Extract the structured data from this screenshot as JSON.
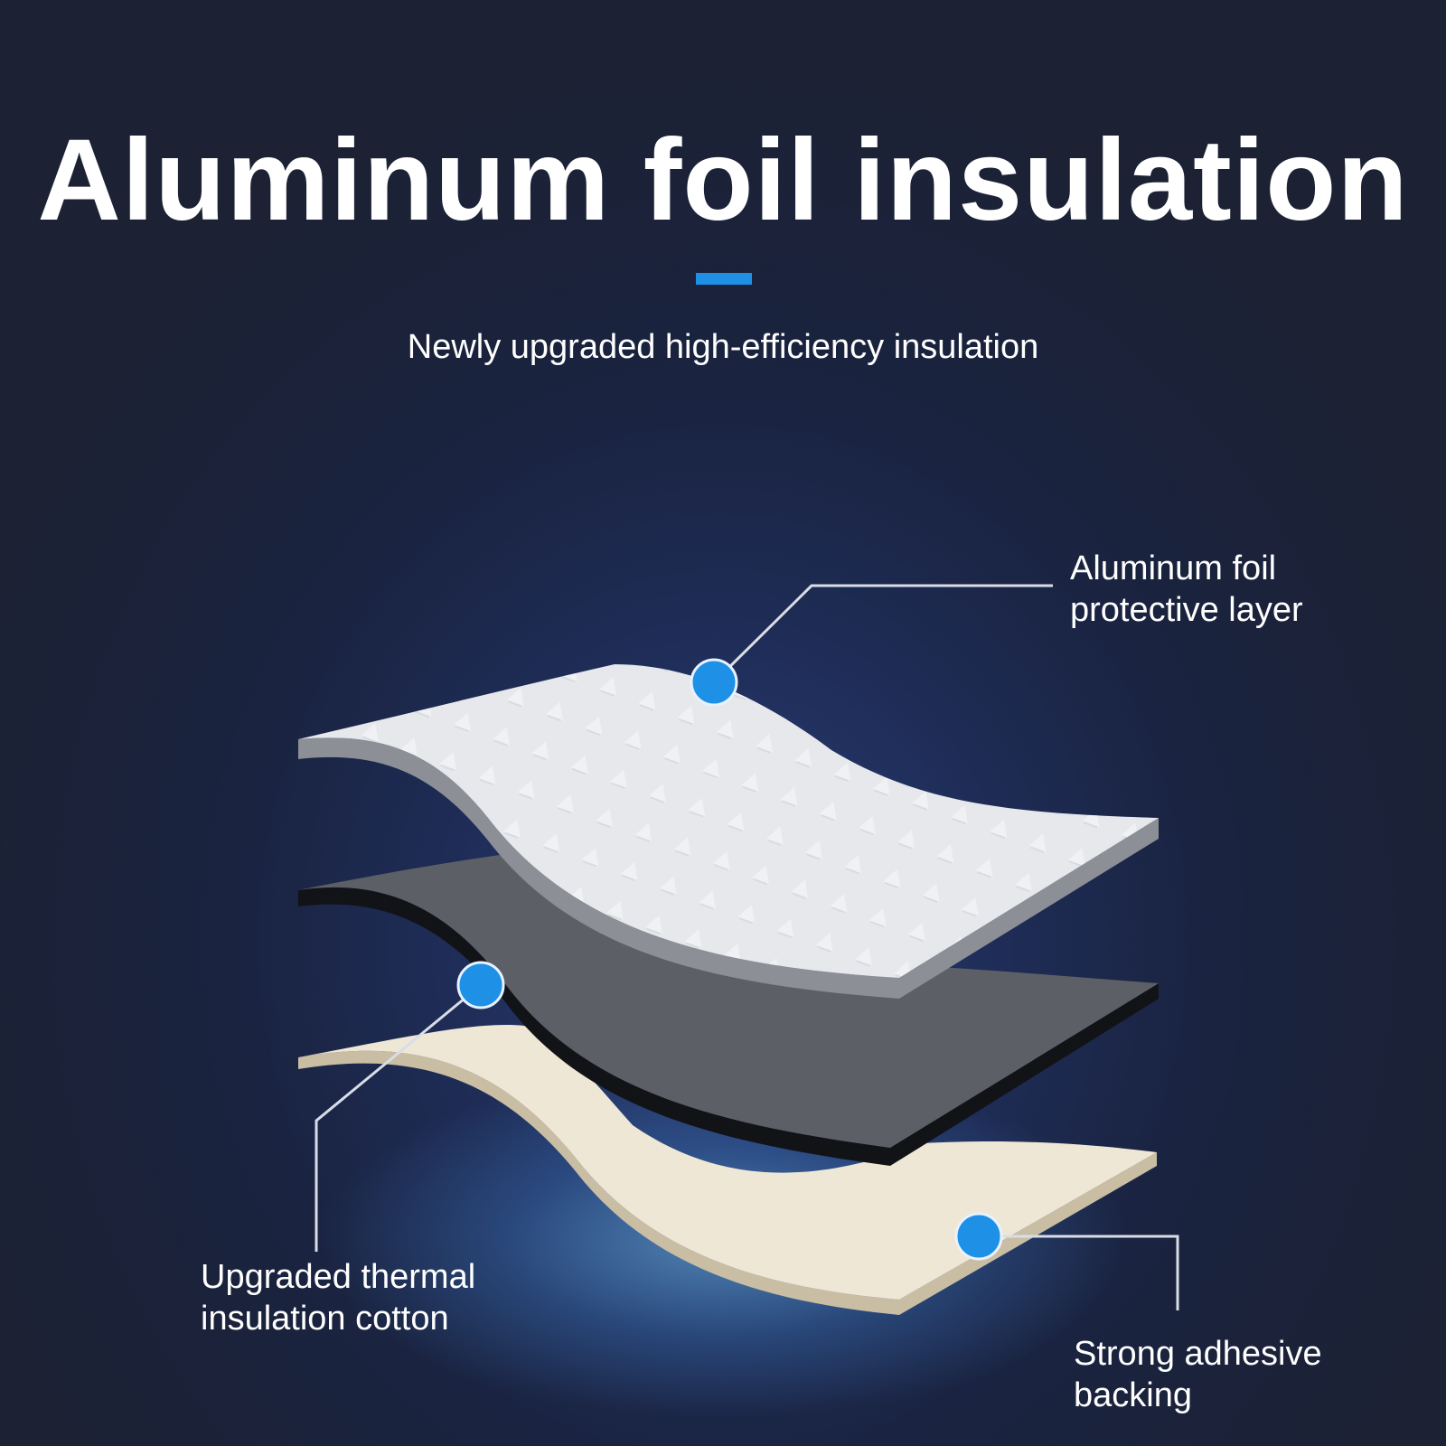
{
  "header": {
    "title": "Aluminum foil insulation",
    "subtitle": "Newly upgraded high-efficiency insulation"
  },
  "colors": {
    "accent": "#1e90e6",
    "foil_top": "#e6e8ec",
    "foil_edge": "#8c8f96",
    "cotton_top": "#5c5f66",
    "cotton_edge": "#111317",
    "adhesive_top": "#efe7d5",
    "adhesive_edge": "#c9bea4",
    "marker": "#1e90e6"
  },
  "layers": [
    {
      "id": "foil",
      "label_lines": [
        "Aluminum foil",
        "protective layer"
      ]
    },
    {
      "id": "cotton",
      "label_lines": [
        "Upgraded thermal",
        "insulation cotton"
      ]
    },
    {
      "id": "adhesive",
      "label_lines": [
        "Strong adhesive",
        "backing"
      ]
    }
  ]
}
